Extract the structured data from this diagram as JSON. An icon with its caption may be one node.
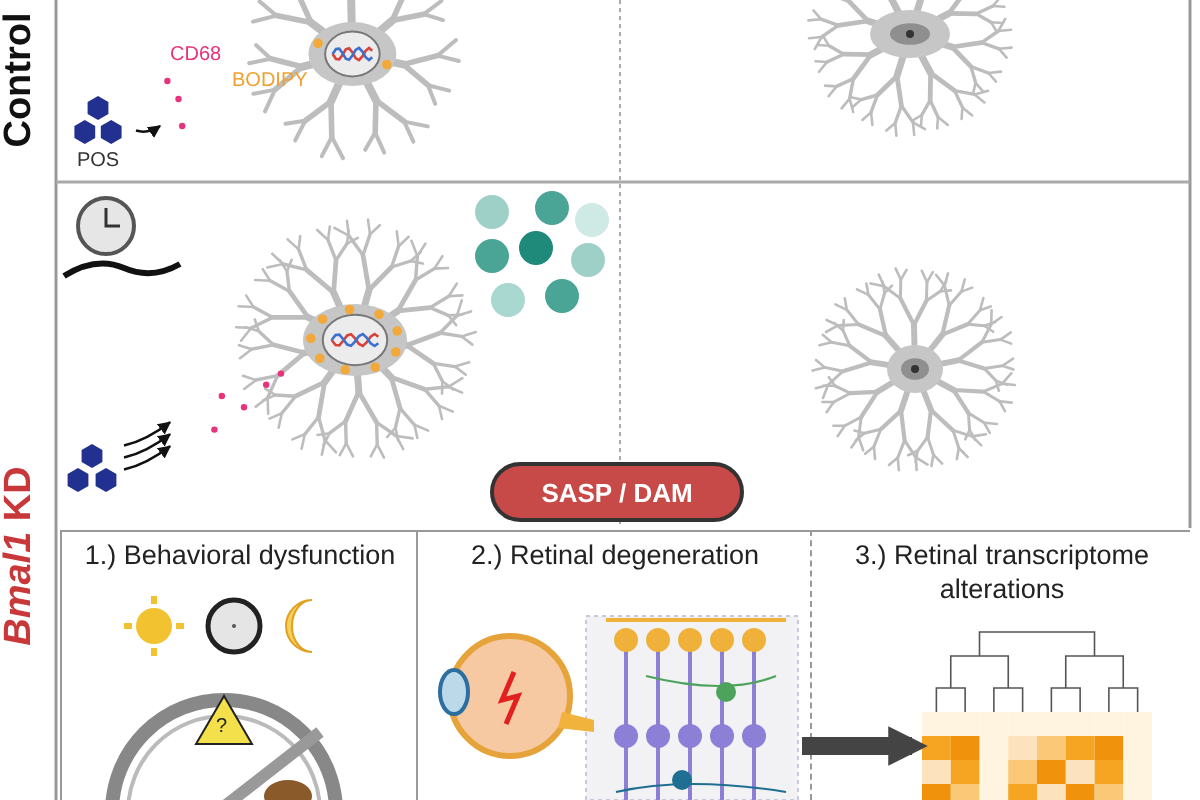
{
  "diagram": {
    "nodes": [
      {
        "text": [
          "POS"
        ]
      },
      {
        "text": [],
        "shape": "picture"
      },
      {
        "text": [],
        "shape": "picture"
      },
      {
        "text": [],
        "shape": "picture"
      },
      {
        "text": [],
        "shape": "picture"
      },
      {
        "text": [
          "SASP / DAM"
        ]
      },
      {
        "text": [],
        "shape": "picture"
      },
      {
        "text": [
          "1.) Behavioral dysfunction"
        ]
      },
      {
        "text": [
          "2.) Retinal degeneration"
        ]
      },
      {
        "text": [],
        "shape": "picture",
        "in": 8
      },
      {
        "text": [
          "3.) Retinal transcriptome alterations"
        ]
      },
      {
        "text": [],
        "shape": "picture",
        "in": 10
      }
    ],
    "edges": [
      {
        "from": 0,
        "to": 1,
        "arrow": "to"
      },
      {
        "from": 3,
        "to": 4,
        "arrow": "to"
      },
      {
        "from": 3,
        "to": 4,
        "arrow": "to"
      },
      {
        "from": 3,
        "to": 4,
        "arrow": "to"
      },
      {
        "from": 9,
        "to": 11,
        "arrow": "to",
        "style": "thick"
      }
    ],
    "labels": [
      "Control",
      "*Bmal1* KD",
      "CD68",
      "BODIPY",
      "?"
    ]
  }
}
